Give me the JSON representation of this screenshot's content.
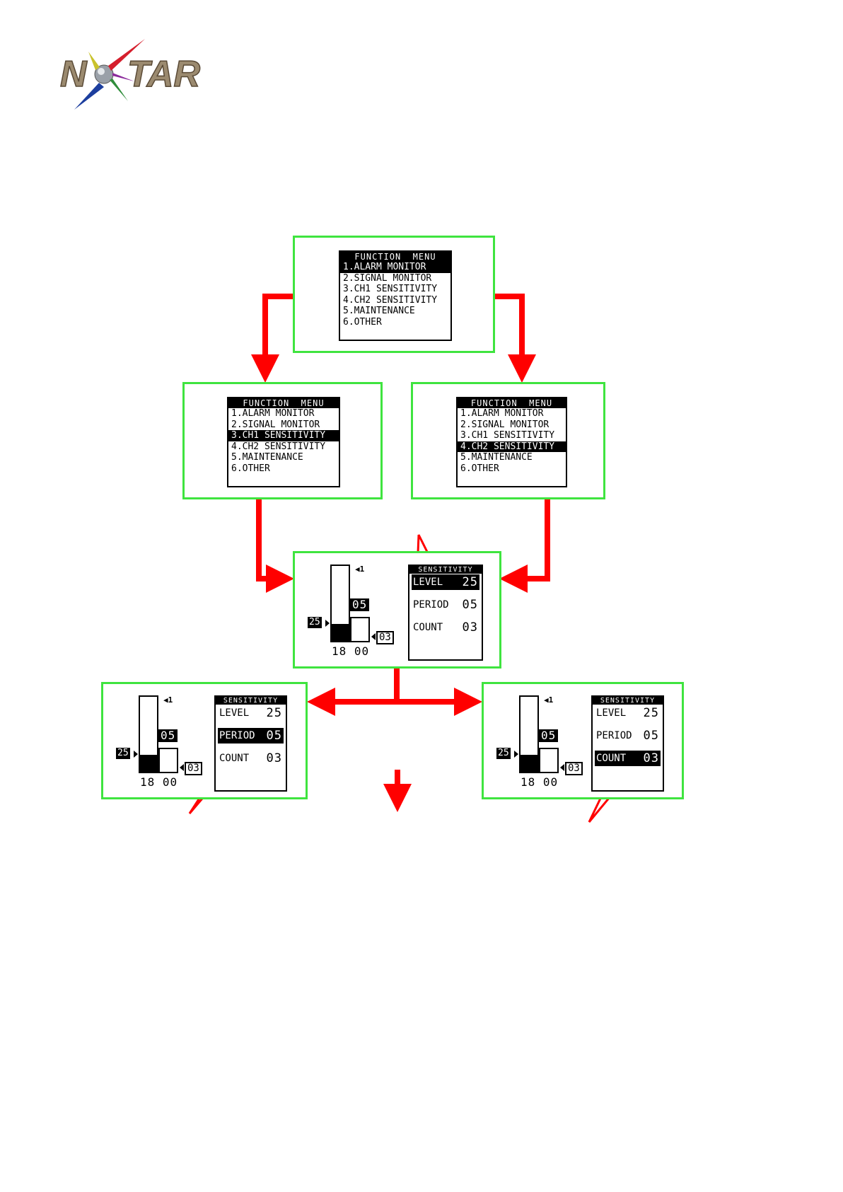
{
  "logo": {
    "text": "NOTAR"
  },
  "colors": {
    "panel_border": "#3fe43f",
    "arrow": "#ff0000",
    "lcd": "#000000"
  },
  "function_menu": {
    "title": "FUNCTION  MENU",
    "items": [
      "1.ALARM MONITOR",
      "2.SIGNAL MONITOR",
      "3.CH1 SENSITIVITY",
      "4.CH2 SENSITIVITY",
      "5.MAINTENANCE",
      "6.OTHER"
    ]
  },
  "screens": {
    "top_selected": 0,
    "left_selected": 2,
    "right_selected": 3
  },
  "sensitivity": {
    "title": "SENSITIVITY",
    "channel": "◀1",
    "level_label": "LEVEL",
    "level_value": "25",
    "period_label": "PERIOD",
    "period_value": "05",
    "count_label": "COUNT",
    "count_value": "03",
    "bar_tag": "05",
    "left_tag": "25",
    "right_tag": "03",
    "time": "18 00"
  }
}
